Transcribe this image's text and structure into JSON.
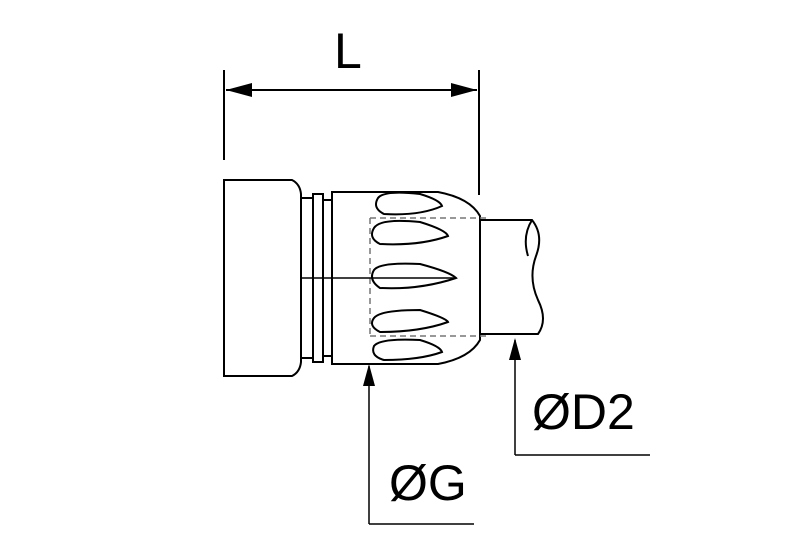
{
  "diagram": {
    "labels": {
      "length": "L",
      "thread_diameter": "ØG",
      "tube_diameter": "ØD2"
    },
    "colors": {
      "line": "#000000",
      "hidden_line": "#777777",
      "annotation": "#000000",
      "background": "#ffffff"
    }
  }
}
